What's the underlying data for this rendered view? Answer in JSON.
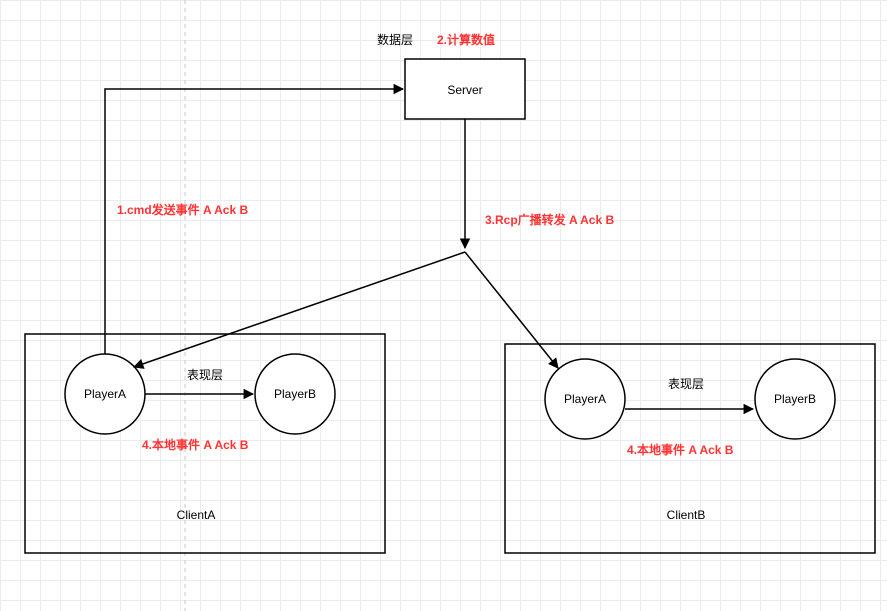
{
  "layers": {
    "data_layer": "数据层",
    "compute": "2.计算数值",
    "presentation_a": "表现层",
    "presentation_b": "表现层"
  },
  "server": {
    "label": "Server"
  },
  "steps": {
    "cmd": "1.cmd发送事件 A Ack B",
    "rpc": "3.Rcp广播转发 A Ack B",
    "local_a": "4.本地事件 A Ack B",
    "local_b": "4.本地事件 A Ack B"
  },
  "client_a": {
    "label": "ClientA",
    "player_a": "PlayerA",
    "player_b": "PlayerB"
  },
  "client_b": {
    "label": "ClientB",
    "player_a": "PlayerA",
    "player_b": "PlayerB"
  },
  "colors": {
    "accent": "#ff3333",
    "stroke": "#000000",
    "grid": "#ececec"
  }
}
